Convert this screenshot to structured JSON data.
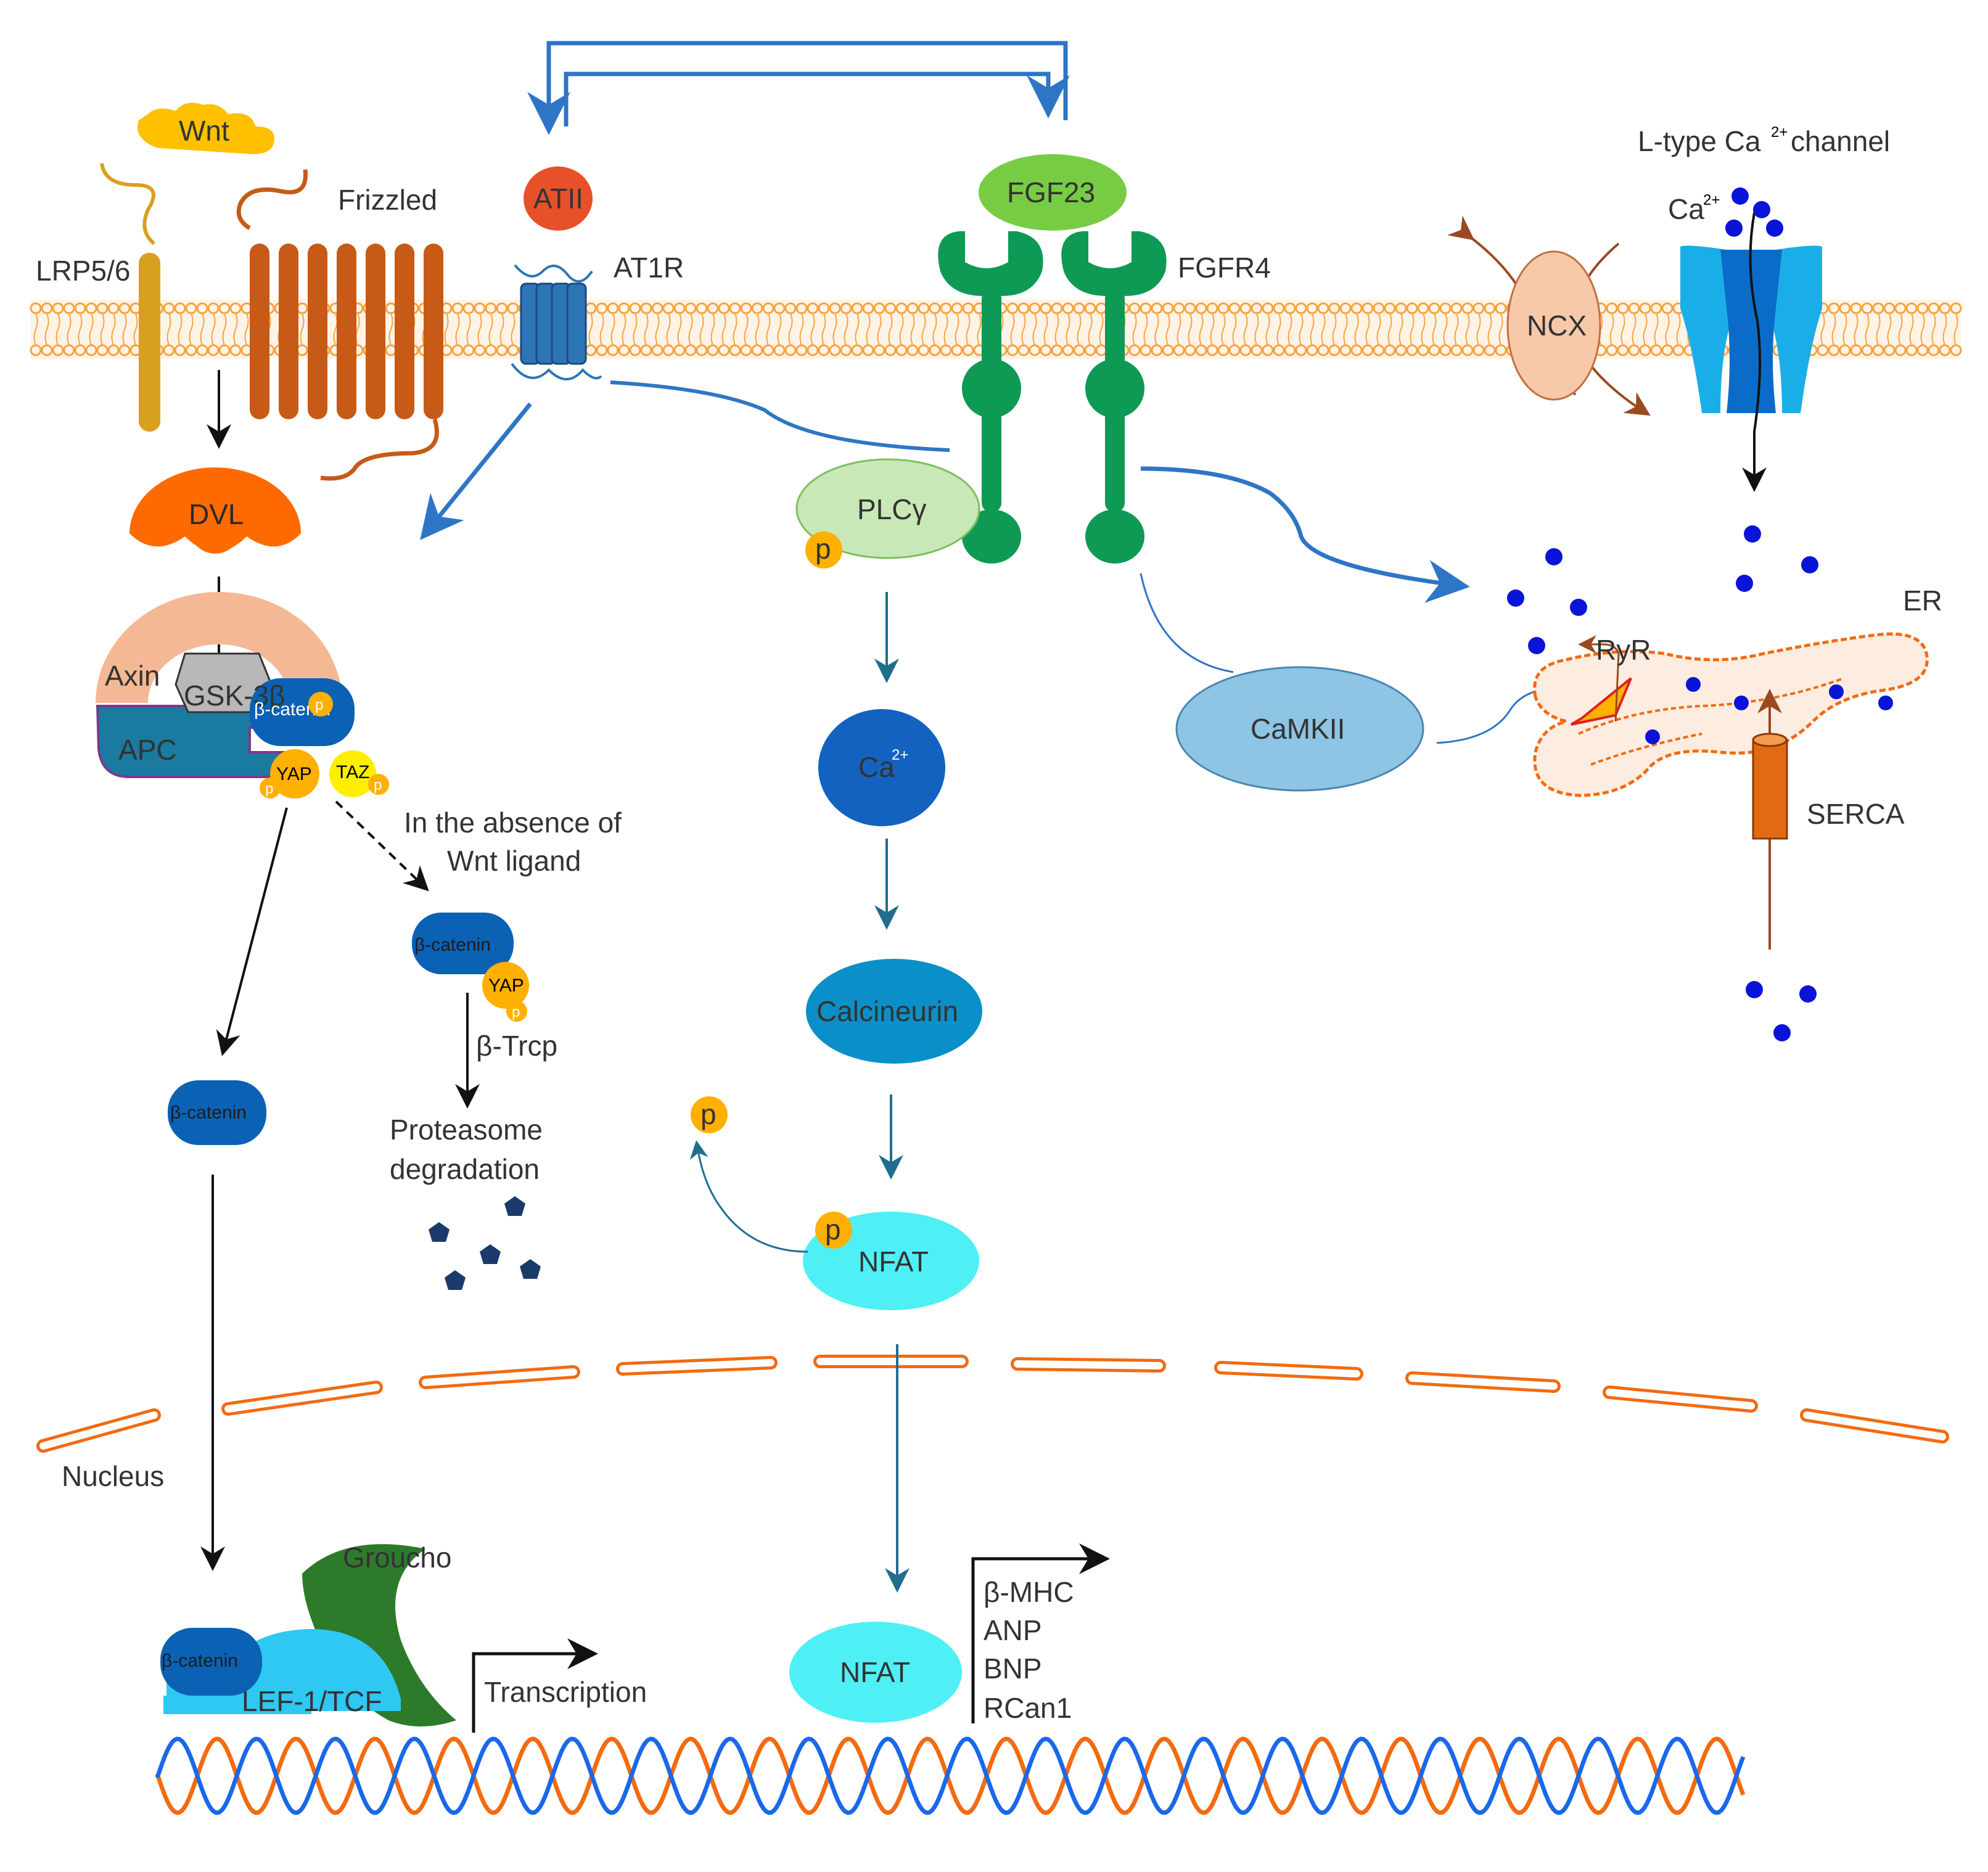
{
  "labels": {
    "wnt": "Wnt",
    "lrp": "LRP5/6",
    "frizzled": "Frizzled",
    "atii": "ATII",
    "at1r": "AT1R",
    "fgf23": "FGF23",
    "fgfr4": "FGFR4",
    "ltype_prefix": "L-type Ca",
    "ltype_sup": "2+",
    "ltype_suffix": " channel",
    "ca_small": "Ca",
    "ca_sup": "2+",
    "ncx": "NCX",
    "dvl": "DVL",
    "axin": "Axin",
    "gsk": "GSK-3β",
    "apc": "APC",
    "bcatenin": "β-catenin",
    "yap": "YAP",
    "taz": "TAZ",
    "p": "p",
    "absence_line1": "In the absence of",
    "absence_line2": "Wnt ligand",
    "btrcp": "β-Trcp",
    "proteasome_line1": "Proteasome",
    "proteasome_line2": "degradation",
    "plcg": "PLCγ",
    "ca_ion": "Ca",
    "ca_ion_sup": "2+",
    "calcineurin": "Calcineurin",
    "nfat": "NFAT",
    "camkii": "CaMKII",
    "ryr": "RyR",
    "er": "ER",
    "serca": "SERCA",
    "nucleus": "Nucleus",
    "groucho": "Groucho",
    "lef": "LEF-1/TCF",
    "transcription": "Transcription",
    "genes": [
      "β-MHC",
      "ANP",
      "BNP",
      "RCan1"
    ]
  },
  "colors": {
    "membrane": "#f5a442",
    "wnt": "#ffc000",
    "lrp": "#d9a020",
    "frizzled": "#c65a16",
    "dvl": "#ff6a00",
    "at1r": "#2e75b6",
    "atii": "#e8502a",
    "fgf23": "#77cc44",
    "fgfr": "#0e9a55",
    "ncx": "#f8c9a8",
    "ltype": "#1aaee8",
    "bcatenin": "#0b61b4",
    "apc": "#1a7aa0",
    "axin": "#f5b895",
    "gsk": "#b8b8b8",
    "yap": "#ffb000",
    "taz": "#ffee00",
    "plcg": "#c8e8b8",
    "ca_ion": "#1462c0",
    "calcineurin": "#0b8fc8",
    "nfat": "#4ef0f5",
    "camkii": "#8ec4e4",
    "ca_dot": "#0a14d8",
    "er": "#fdece0",
    "serca": "#e26a10",
    "groucho": "#2d7a2a",
    "lef": "#2ec8f2",
    "dna_orange": "#f36a10",
    "dna_blue": "#1a68e8",
    "arrow_blue": "#2e75c6",
    "arrow_teal": "#1f6e8c"
  }
}
